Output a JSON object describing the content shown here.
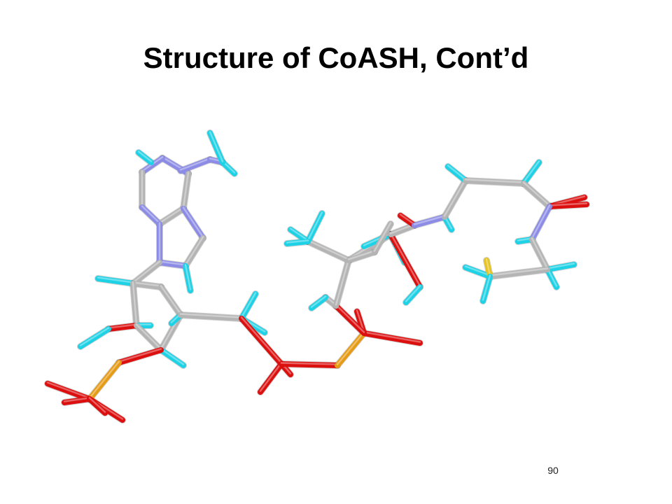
{
  "slide": {
    "title": "Structure of CoASH, Cont’d",
    "page_number": "90"
  },
  "molecule": {
    "name": "CoASH",
    "render_style": "stick",
    "element_colors": {
      "C": "#b4b4b4",
      "H": "#1ed2e6",
      "N": "#8c8ce6",
      "O": "#dc0f0f",
      "P": "#e69b14",
      "S": "#e6c31e"
    }
  }
}
